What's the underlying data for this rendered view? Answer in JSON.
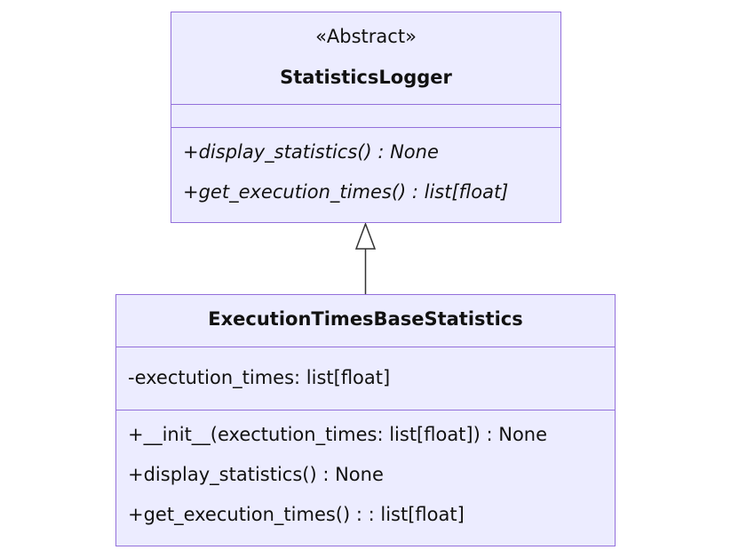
{
  "classes": {
    "statistics_logger": {
      "stereotype": "«Abstract»",
      "name": "StatisticsLogger",
      "attributes": [],
      "methods": [
        "+display_statistics() : None",
        "+get_execution_times() : list[float]"
      ]
    },
    "execution_times_base_statistics": {
      "name": "ExecutionTimesBaseStatistics",
      "attributes": [
        "-exectution_times: list[float]"
      ],
      "methods": [
        "+__init__(exectution_times: list[float]) : None",
        "+display_statistics() : None",
        "+get_execution_times() : : list[float]"
      ]
    }
  },
  "relationships": [
    {
      "type": "realization",
      "from": "ExecutionTimesBaseStatistics",
      "to": "StatisticsLogger"
    }
  ],
  "colors": {
    "node_fill": "#ececff",
    "node_border": "#9370db",
    "edge": "#333333",
    "text": "#111111"
  }
}
